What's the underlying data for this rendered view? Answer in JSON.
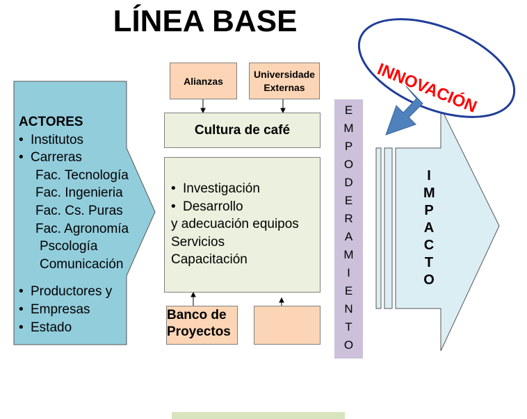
{
  "title": "LÍNEA BASE",
  "innovation_label": "INNOVACIÓN",
  "actores": {
    "heading": "ACTORES",
    "items": [
      {
        "text": "Institutos",
        "bullet": true
      },
      {
        "text": "Carreras",
        "bullet": true
      },
      {
        "text": "Fac. Tecnología",
        "bullet": false
      },
      {
        "text": "Fac. Ingenieria",
        "bullet": false
      },
      {
        "text": "Fac. Cs. Puras",
        "bullet": false
      },
      {
        "text": "Fac. Agronomía",
        "bullet": false
      },
      {
        "text": "Pscología",
        "bullet": false
      },
      {
        "text": "Comunicación",
        "bullet": false
      },
      {
        "text": "Productores y",
        "bullet": true
      },
      {
        "text": "Empresas",
        "bullet": true
      },
      {
        "text": "Estado",
        "bullet": true
      }
    ]
  },
  "top_boxes": {
    "alianzas": "Alianzas",
    "universidades_line1": "Universidade",
    "universidades_line2": "Externas"
  },
  "cultura": "Cultura de café",
  "center": {
    "lines": [
      {
        "text": "Investigación",
        "bullet": true
      },
      {
        "text": "Desarrollo",
        "bullet": true
      },
      {
        "text": "y adecuación equipos",
        "bullet": false
      },
      {
        "text": "Servicios",
        "bullet": false
      },
      {
        "text": "Capacitación",
        "bullet": false
      }
    ]
  },
  "banco": {
    "line1": "Banco de",
    "line2": "Proyectos"
  },
  "empoderamiento": [
    "E",
    "M",
    "P",
    "O",
    "D",
    "E",
    "R",
    "A",
    "M",
    "I",
    "E",
    "N",
    "T",
    "O"
  ],
  "impacto": [
    "I",
    "M",
    "P",
    "A",
    "C",
    "T",
    "O"
  ],
  "colors": {
    "actores_fill": "#92cddc",
    "peach": "#fbd5b5",
    "cream": "#ebf1de",
    "lavender": "#ccc0da",
    "impact_fill": "#dbeef4",
    "innovation_text": "#ff0000",
    "innovation_border": "#1f3d99",
    "blue_arrow": "#4f81bd",
    "footer_bar": "#d7e4bd"
  }
}
